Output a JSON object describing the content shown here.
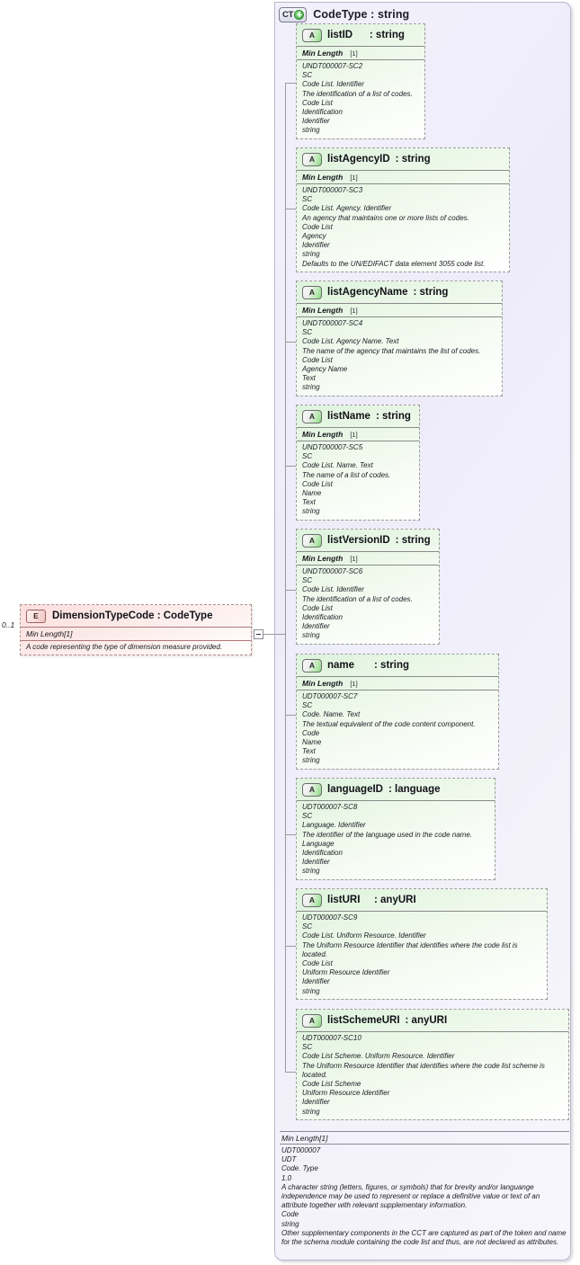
{
  "diagram": {
    "title": "XSD Schema Diagram",
    "complex_type": {
      "badge": "CT",
      "badge_icon": "plus-circle-icon",
      "title": "CodeType : string",
      "facet_label": "Min Length",
      "facet_value": "[1]",
      "documentation": [
        "UDT000007",
        "UDT",
        "Code. Type",
        "1.0",
        "A character string (letters, figures, or symbols) that for brevity and/or languange independence may be used to represent or replace a definitive value or text of an attribute together with relevant supplementary information.",
        "Code",
        "string",
        "Other supplementary components in the CCT are captured as part of the token and name for the schema module containing the code list and thus, are not declared as attributes."
      ]
    },
    "element": {
      "badge": "E",
      "cardinality": "0..1",
      "title": "DimensionTypeCode : CodeType",
      "facet_label": "Min Length",
      "facet_value": "[1]",
      "documentation": [
        "A code representing the type of dimension measure provided."
      ],
      "collapse_toggle": "minus-box-icon"
    },
    "attributes": [
      {
        "badge": "A",
        "name": "listID",
        "type": ": string",
        "name_pad": "listID    ",
        "facet_label": "Min Length",
        "facet_value": "[1]",
        "documentation": [
          "UNDT000007-SC2",
          "SC",
          "Code List. Identifier",
          "The identification of a list of codes.",
          "Code List",
          "Identification",
          "Identifier",
          "string"
        ]
      },
      {
        "badge": "A",
        "name": "listAgencyID",
        "type": ": string",
        "facet_label": "Min Length",
        "facet_value": "[1]",
        "documentation": [
          "UNDT000007-SC3",
          "SC",
          "Code List. Agency. Identifier",
          "An agency that maintains one or more lists of codes.",
          "Code List",
          "Agency",
          "Identifier",
          "string",
          "Defaults to the UN/EDIFACT data element 3055 code list."
        ]
      },
      {
        "badge": "A",
        "name": "listAgencyName",
        "type": ": string",
        "facet_label": "Min Length",
        "facet_value": "[1]",
        "documentation": [
          "UNDT000007-SC4",
          "SC",
          "Code List. Agency Name. Text",
          "The name of the agency that maintains the list of codes.",
          "Code List",
          "Agency Name",
          "Text",
          "string"
        ]
      },
      {
        "badge": "A",
        "name": "listName",
        "type": ": string",
        "facet_label": "Min Length",
        "facet_value": "[1]",
        "documentation": [
          "UNDT000007-SC5",
          "SC",
          "Code List. Name. Text",
          "The name of a list of codes.",
          "Code List",
          "Name",
          "Text",
          "string"
        ]
      },
      {
        "badge": "A",
        "name": "listVersionID",
        "type": ": string",
        "facet_label": "Min Length",
        "facet_value": "[1]",
        "documentation": [
          "UNDT000007-SC6",
          "SC",
          "Code List. Identifier",
          "The identification of a list of codes.",
          "Code List",
          "Identification",
          "Identifier",
          "string"
        ]
      },
      {
        "badge": "A",
        "name": "name",
        "type": ": string",
        "name_pad": "name     ",
        "facet_label": "Min Length",
        "facet_value": "[1]",
        "documentation": [
          "UDT000007-SC7",
          "SC",
          "Code. Name. Text",
          "The textual equivalent of the code content component.",
          "Code",
          "Name",
          "Text",
          "string"
        ]
      },
      {
        "badge": "A",
        "name": "languageID",
        "type": ": language",
        "facet_label": "",
        "facet_value": "",
        "documentation": [
          "UDT000007-SC8",
          "SC",
          "Language. Identifier",
          "The identifier of the language used in the code name.",
          "Language",
          "Identification",
          "Identifier",
          "string"
        ]
      },
      {
        "badge": "A",
        "name": "listURI",
        "type": ": anyURI",
        "name_pad": "listURI   ",
        "facet_label": "",
        "facet_value": "",
        "documentation": [
          "UDT000007-SC9",
          "SC",
          "Code List. Uniform Resource. Identifier",
          "The Uniform Resource Identifier that identifies where the code list is located.",
          "Code List",
          "Uniform Resource Identifier",
          "Identifier",
          "string"
        ]
      },
      {
        "badge": "A",
        "name": "listSchemeURI",
        "type": ": anyURI",
        "facet_label": "",
        "facet_value": "",
        "documentation": [
          "UDT000007-SC10",
          "SC",
          "Code List Scheme. Uniform Resource. Identifier",
          "The Uniform Resource Identifier that identifies where the code list scheme is located.",
          "Code List Scheme",
          "Uniform Resource Identifier",
          "Identifier",
          "string"
        ]
      }
    ],
    "colors": {
      "attribute_fill": "#ddf3dc",
      "element_fill": "#fbdedd",
      "container_fill": "#f2f1fb",
      "line": "#9a9a9a"
    }
  }
}
